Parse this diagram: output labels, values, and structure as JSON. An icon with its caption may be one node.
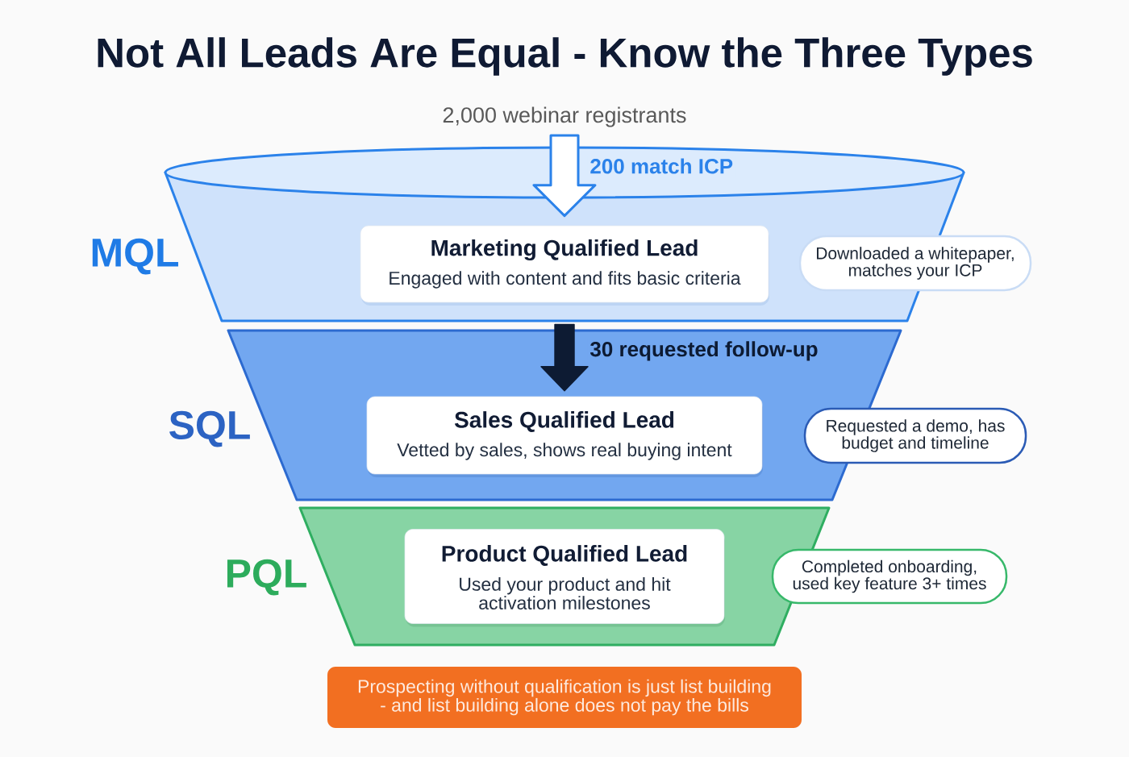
{
  "diagram": {
    "title": "Not All Leads Are Equal - Know the Three Types",
    "nodes": [
      {
        "text": [
          "2,000 webinar registrants"
        ]
      },
      {
        "text": [
          "MQL"
        ]
      },
      {
        "text": [
          "Marketing Qualified Lead",
          "Engaged with content and fits basic criteria"
        ],
        "in": 1
      },
      {
        "text": [
          "Downloaded a whitepaper, matches your ICP"
        ]
      },
      {
        "text": [
          "SQL"
        ]
      },
      {
        "text": [
          "Sales Qualified Lead",
          "Vetted by sales, shows real buying intent"
        ],
        "in": 4
      },
      {
        "text": [
          "Requested a demo, has budget and timeline"
        ]
      },
      {
        "text": [
          "PQL"
        ]
      },
      {
        "text": [
          "Product Qualified Lead",
          "Used your product and hit activation milestones"
        ],
        "in": 7
      },
      {
        "text": [
          "Completed onboarding, used key feature 3+ times"
        ]
      },
      {
        "text": [
          "Prospecting without qualification is just list building - and list building alone does not pay the bills"
        ]
      }
    ],
    "edges": [
      {
        "from": 0,
        "to": 2,
        "arrow": "to",
        "label": "200 match ICP",
        "color": "#2b82ea"
      },
      {
        "from": 2,
        "to": 5,
        "arrow": "to",
        "label": "30 requested follow-up",
        "style": "thick",
        "color": "#0d1b33"
      }
    ]
  }
}
